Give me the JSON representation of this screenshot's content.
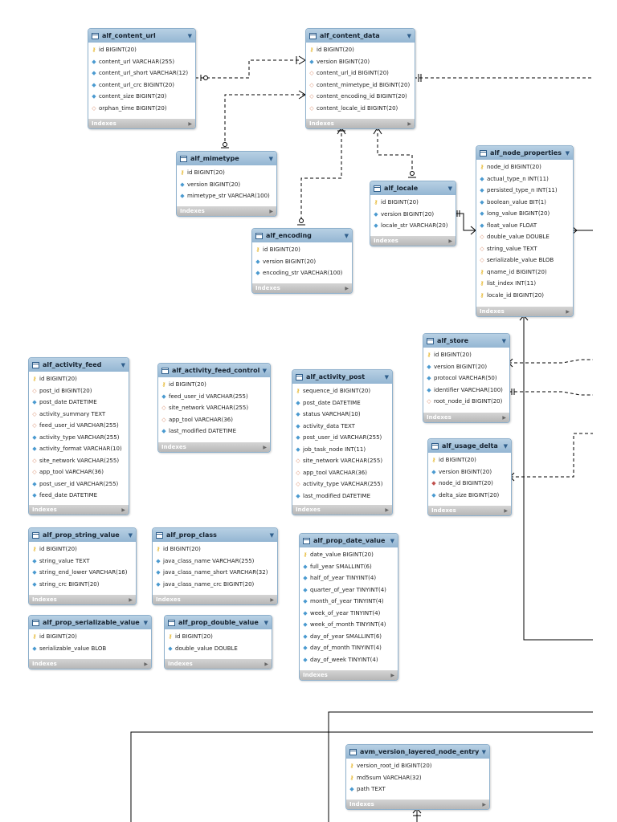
{
  "tables": [
    {
      "name": "alf_content_url",
      "columns": [
        {
          "icon": "pk",
          "text": "id BIGINT(20)"
        },
        {
          "icon": "col",
          "text": "content_url VARCHAR(255)"
        },
        {
          "icon": "col",
          "text": "content_url_short VARCHAR(12)"
        },
        {
          "icon": "col",
          "text": "content_url_crc BIGINT(20)"
        },
        {
          "icon": "col",
          "text": "content_size BIGINT(20)"
        },
        {
          "icon": "nn",
          "text": "orphan_time BIGINT(20)"
        }
      ],
      "indexes": "Indexes"
    },
    {
      "name": "alf_content_data",
      "columns": [
        {
          "icon": "pk",
          "text": "id BIGINT(20)"
        },
        {
          "icon": "col",
          "text": "version BIGINT(20)"
        },
        {
          "icon": "nn",
          "text": "content_url_id BIGINT(20)"
        },
        {
          "icon": "nn",
          "text": "content_mimetype_id BIGINT(20)"
        },
        {
          "icon": "nn",
          "text": "content_encoding_id BIGINT(20)"
        },
        {
          "icon": "nn",
          "text": "content_locale_id BIGINT(20)"
        }
      ],
      "indexes": "Indexes"
    },
    {
      "name": "alf_mimetype",
      "columns": [
        {
          "icon": "pk",
          "text": "id BIGINT(20)"
        },
        {
          "icon": "col",
          "text": "version BIGINT(20)"
        },
        {
          "icon": "col",
          "text": "mimetype_str VARCHAR(100)"
        }
      ],
      "indexes": "Indexes"
    },
    {
      "name": "alf_locale",
      "columns": [
        {
          "icon": "pk",
          "text": "id BIGINT(20)"
        },
        {
          "icon": "col",
          "text": "version BIGINT(20)"
        },
        {
          "icon": "col",
          "text": "locale_str VARCHAR(20)"
        }
      ],
      "indexes": "Indexes"
    },
    {
      "name": "alf_encoding",
      "columns": [
        {
          "icon": "pk",
          "text": "id BIGINT(20)"
        },
        {
          "icon": "col",
          "text": "version BIGINT(20)"
        },
        {
          "icon": "col",
          "text": "encoding_str VARCHAR(100)"
        }
      ],
      "indexes": "Indexes"
    },
    {
      "name": "alf_node_properties",
      "columns": [
        {
          "icon": "pk",
          "text": "node_id BIGINT(20)"
        },
        {
          "icon": "col",
          "text": "actual_type_n INT(11)"
        },
        {
          "icon": "col",
          "text": "persisted_type_n INT(11)"
        },
        {
          "icon": "col",
          "text": "boolean_value BIT(1)"
        },
        {
          "icon": "col",
          "text": "long_value BIGINT(20)"
        },
        {
          "icon": "col",
          "text": "float_value FLOAT"
        },
        {
          "icon": "nn",
          "text": "double_value DOUBLE"
        },
        {
          "icon": "nn",
          "text": "string_value TEXT"
        },
        {
          "icon": "nn",
          "text": "serializable_value BLOB"
        },
        {
          "icon": "pk",
          "text": "qname_id BIGINT(20)"
        },
        {
          "icon": "pk",
          "text": "list_index INT(11)"
        },
        {
          "icon": "pk",
          "text": "locale_id BIGINT(20)"
        }
      ],
      "indexes": "Indexes"
    },
    {
      "name": "alf_store",
      "columns": [
        {
          "icon": "pk",
          "text": "id BIGINT(20)"
        },
        {
          "icon": "col",
          "text": "version BIGINT(20)"
        },
        {
          "icon": "col",
          "text": "protocol VARCHAR(50)"
        },
        {
          "icon": "col",
          "text": "identifier VARCHAR(100)"
        },
        {
          "icon": "nn",
          "text": "root_node_id BIGINT(20)"
        }
      ],
      "indexes": "Indexes"
    },
    {
      "name": "alf_usage_delta",
      "columns": [
        {
          "icon": "pk",
          "text": "id BIGINT(20)"
        },
        {
          "icon": "col",
          "text": "version BIGINT(20)"
        },
        {
          "icon": "fk",
          "text": "node_id BIGINT(20)"
        },
        {
          "icon": "col",
          "text": "delta_size BIGINT(20)"
        }
      ],
      "indexes": "Indexes"
    },
    {
      "name": "alf_activity_feed",
      "columns": [
        {
          "icon": "pk",
          "text": "id BIGINT(20)"
        },
        {
          "icon": "nn",
          "text": "post_id BIGINT(20)"
        },
        {
          "icon": "col",
          "text": "post_date DATETIME"
        },
        {
          "icon": "nn",
          "text": "activity_summary TEXT"
        },
        {
          "icon": "nn",
          "text": "feed_user_id VARCHAR(255)"
        },
        {
          "icon": "col",
          "text": "activity_type VARCHAR(255)"
        },
        {
          "icon": "col",
          "text": "activity_format VARCHAR(10)"
        },
        {
          "icon": "nn",
          "text": "site_network VARCHAR(255)"
        },
        {
          "icon": "nn",
          "text": "app_tool VARCHAR(36)"
        },
        {
          "icon": "col",
          "text": "post_user_id VARCHAR(255)"
        },
        {
          "icon": "col",
          "text": "feed_date DATETIME"
        }
      ],
      "indexes": "Indexes"
    },
    {
      "name": "alf_activity_feed_control",
      "columns": [
        {
          "icon": "pk",
          "text": "id BIGINT(20)"
        },
        {
          "icon": "col",
          "text": "feed_user_id VARCHAR(255)"
        },
        {
          "icon": "nn",
          "text": "site_network VARCHAR(255)"
        },
        {
          "icon": "nn",
          "text": "app_tool VARCHAR(36)"
        },
        {
          "icon": "col",
          "text": "last_modified DATETIME"
        }
      ],
      "indexes": "Indexes"
    },
    {
      "name": "alf_activity_post",
      "columns": [
        {
          "icon": "pk",
          "text": "sequence_id BIGINT(20)"
        },
        {
          "icon": "col",
          "text": "post_date DATETIME"
        },
        {
          "icon": "col",
          "text": "status VARCHAR(10)"
        },
        {
          "icon": "col",
          "text": "activity_data TEXT"
        },
        {
          "icon": "col",
          "text": "post_user_id VARCHAR(255)"
        },
        {
          "icon": "col",
          "text": "job_task_node INT(11)"
        },
        {
          "icon": "nn",
          "text": "site_network VARCHAR(255)"
        },
        {
          "icon": "nn",
          "text": "app_tool VARCHAR(36)"
        },
        {
          "icon": "nn",
          "text": "activity_type VARCHAR(255)"
        },
        {
          "icon": "col",
          "text": "last_modified DATETIME"
        }
      ],
      "indexes": "Indexes"
    },
    {
      "name": "alf_prop_string_value",
      "columns": [
        {
          "icon": "pk",
          "text": "id BIGINT(20)"
        },
        {
          "icon": "col",
          "text": "string_value TEXT"
        },
        {
          "icon": "col",
          "text": "string_end_lower VARCHAR(16)"
        },
        {
          "icon": "col",
          "text": "string_crc BIGINT(20)"
        }
      ],
      "indexes": "Indexes"
    },
    {
      "name": "alf_prop_class",
      "columns": [
        {
          "icon": "pk",
          "text": "id BIGINT(20)"
        },
        {
          "icon": "col",
          "text": "java_class_name VARCHAR(255)"
        },
        {
          "icon": "col",
          "text": "java_class_name_short VARCHAR(32)"
        },
        {
          "icon": "col",
          "text": "java_class_name_crc BIGINT(20)"
        }
      ],
      "indexes": "Indexes"
    },
    {
      "name": "alf_prop_date_value",
      "columns": [
        {
          "icon": "pk",
          "text": "date_value BIGINT(20)"
        },
        {
          "icon": "col",
          "text": "full_year SMALLINT(6)"
        },
        {
          "icon": "col",
          "text": "half_of_year TINYINT(4)"
        },
        {
          "icon": "col",
          "text": "quarter_of_year TINYINT(4)"
        },
        {
          "icon": "col",
          "text": "month_of_year TINYINT(4)"
        },
        {
          "icon": "col",
          "text": "week_of_year TINYINT(4)"
        },
        {
          "icon": "col",
          "text": "week_of_month TINYINT(4)"
        },
        {
          "icon": "col",
          "text": "day_of_year SMALLINT(6)"
        },
        {
          "icon": "col",
          "text": "day_of_month TINYINT(4)"
        },
        {
          "icon": "col",
          "text": "day_of_week TINYINT(4)"
        }
      ],
      "indexes": "Indexes"
    },
    {
      "name": "alf_prop_serializable_value",
      "columns": [
        {
          "icon": "pk",
          "text": "id BIGINT(20)"
        },
        {
          "icon": "col",
          "text": "serializable_value BLOB"
        }
      ],
      "indexes": "Indexes"
    },
    {
      "name": "alf_prop_double_value",
      "columns": [
        {
          "icon": "pk",
          "text": "id BIGINT(20)"
        },
        {
          "icon": "col",
          "text": "double_value DOUBLE"
        }
      ],
      "indexes": "Indexes"
    },
    {
      "name": "avm_version_layered_node_entry",
      "columns": [
        {
          "icon": "pk",
          "text": "version_root_id BIGINT(20)"
        },
        {
          "icon": "pk",
          "text": "md5sum VARCHAR(32)"
        },
        {
          "icon": "col",
          "text": "path TEXT"
        }
      ],
      "indexes": "Indexes"
    }
  ],
  "icon_names": {
    "pk": "primary-key-icon",
    "col": "column-icon",
    "fk": "foreign-key-icon",
    "nn": "nullable-column-icon"
  },
  "icon_glyphs": {
    "pk": "⚷",
    "col": "◆",
    "fk": "◆",
    "nn": "◇"
  },
  "colors": {
    "header": "#a8c6df",
    "border": "#8eb0cc",
    "indexes_bar": "#c4c4c4",
    "line": "#000000"
  }
}
